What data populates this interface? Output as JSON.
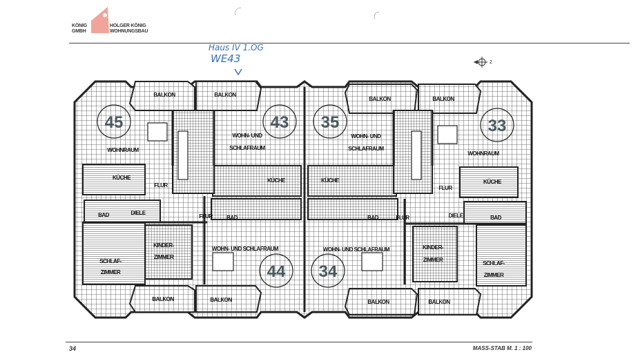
{
  "header": {
    "logo_left": [
      "KÖNIG",
      "GMBH"
    ],
    "logo_right": [
      "HOLGER KÖNIG",
      "WOHNUNGSBAU"
    ],
    "brand_color": "#f0a49a"
  },
  "annotation": {
    "line1": "Haus IV 1.OG",
    "line2": "WE43",
    "color": "#3a6fb5"
  },
  "plan": {
    "unit_numbers": [
      "45",
      "43",
      "35",
      "33",
      "44",
      "34"
    ],
    "balcony_label": "BALKON",
    "rooms": {
      "wohnraum": "WOHNRAUM",
      "wohn_schlaf_1": "WOHN- UND",
      "wohn_schlaf_2": "SCHLAFRAUM",
      "wohn_schlaf_long": "WOHN- UND SCHLAFRAUM",
      "kueche": "KÜCHE",
      "flur": "FLUR",
      "bad": "BAD",
      "diele": "DIELE",
      "kinder_1": "KINDER-",
      "kinder_2": "ZIMMER",
      "schlaf_1": "SCHLAF-",
      "schlaf_2": "ZIMMER"
    }
  },
  "footer": {
    "page_number": "34",
    "scale": "MASS-STAB M. 1 : 100"
  }
}
